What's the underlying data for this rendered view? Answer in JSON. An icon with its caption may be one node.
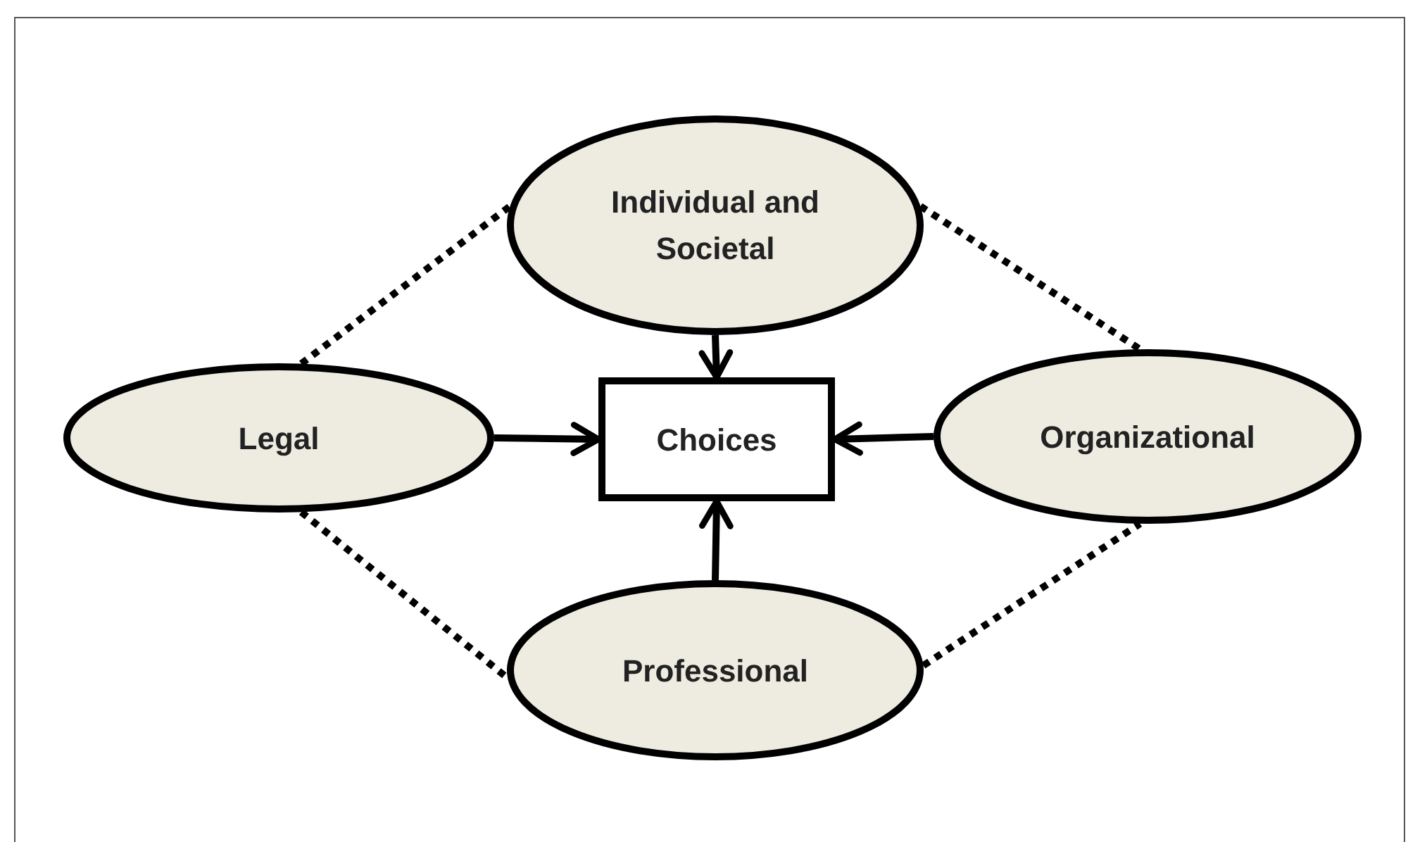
{
  "diagram": {
    "nodes": [
      {
        "text": [
          "Individual and Societal"
        ]
      },
      {
        "text": [
          "Legal"
        ]
      },
      {
        "text": [
          "Choices"
        ]
      },
      {
        "text": [
          "Organizational"
        ]
      },
      {
        "text": [
          "Professional"
        ]
      }
    ],
    "edges": [
      {
        "from": 0,
        "to": 2,
        "arrow": "to"
      },
      {
        "from": 1,
        "to": 2,
        "arrow": "to"
      },
      {
        "from": 3,
        "to": 2,
        "arrow": "to"
      },
      {
        "from": 4,
        "to": 2,
        "arrow": "to"
      },
      {
        "from": 1,
        "to": 0,
        "arrow": "none",
        "style": "dashed"
      },
      {
        "from": 0,
        "to": 3,
        "arrow": "none",
        "style": "dashed"
      },
      {
        "from": 1,
        "to": 4,
        "arrow": "none",
        "style": "dashed"
      },
      {
        "from": 4,
        "to": 3,
        "arrow": "none",
        "style": "dashed"
      }
    ]
  }
}
